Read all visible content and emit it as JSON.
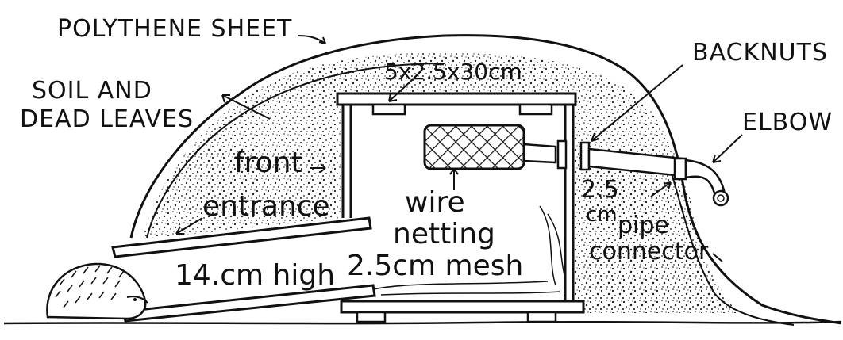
{
  "labels": {
    "polythene_sheet": "POLYTHENE SHEET",
    "soil_line1": "SOIL AND",
    "soil_line2": "DEAD LEAVES",
    "dimensions": "5x2.5x30cm",
    "backnuts": "BACKNUTS",
    "elbow": "ELBOW",
    "front": "front",
    "entrance": "entrance",
    "wire": "wire",
    "netting": "netting",
    "mesh": "2.5cm mesh",
    "pipe_size_1": "2.5",
    "pipe_size_2": "cm",
    "pipe": "pipe",
    "connector": "connector",
    "height": "14.cm high"
  }
}
